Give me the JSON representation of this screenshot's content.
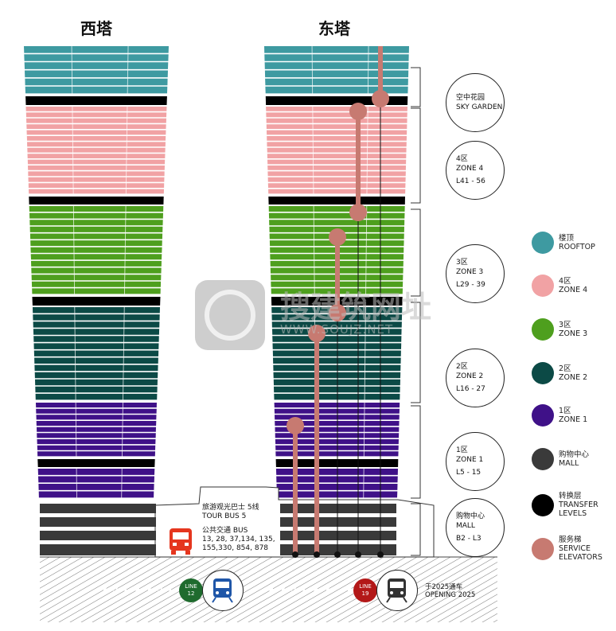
{
  "titles": {
    "west": "西塔",
    "east": "东塔"
  },
  "colors": {
    "rooftop": "#3e9aa1",
    "zone4": "#f1a2a4",
    "zone3": "#4e9f1e",
    "zone2": "#0c4a46",
    "zone1": "#3f1188",
    "mall": "#3a3a3a",
    "transfer": "#000000",
    "elevator": "#c77a71"
  },
  "zones": [
    {
      "cn": "空中花园",
      "en": "SKY GARDEN",
      "levels": ""
    },
    {
      "cn": "4区",
      "en": "ZONE 4",
      "levels": "L41 - 56"
    },
    {
      "cn": "3区",
      "en": "ZONE 3",
      "levels": "L29 - 39"
    },
    {
      "cn": "2区",
      "en": "ZONE 2",
      "levels": "L16 - 27"
    },
    {
      "cn": "1区",
      "en": "ZONE 1",
      "levels": "L5 - 15"
    },
    {
      "cn": "购物中心",
      "en": "MALL",
      "levels": "B2 - L3"
    }
  ],
  "legend": [
    {
      "cn": "楼顶",
      "en": "ROOFTOP",
      "color_key": "rooftop"
    },
    {
      "cn": "4区",
      "en": "ZONE 4",
      "color_key": "zone4"
    },
    {
      "cn": "3区",
      "en": "ZONE 3",
      "color_key": "zone3"
    },
    {
      "cn": "2区",
      "en": "ZONE 2",
      "color_key": "zone2"
    },
    {
      "cn": "1区",
      "en": "ZONE 1",
      "color_key": "zone1"
    },
    {
      "cn": "购物中心",
      "en": "MALL",
      "color_key": "mall"
    },
    {
      "cn": "转换层",
      "en": "TRANSFER",
      "en2": "LEVELS",
      "color_key": "transfer"
    },
    {
      "cn": "服务梯",
      "en": "SERVICE",
      "en2": "ELEVATORS",
      "color_key": "elevator"
    }
  ],
  "transport": {
    "tour_bus_cn": "旅游观光巴士 5线",
    "tour_bus_en": "TOUR BUS 5",
    "public_bus_title": "公共交通 BUS",
    "public_bus_routes_1": "13, 28, 37,134, 135,",
    "public_bus_routes_2": "155,330, 854, 878",
    "line12": {
      "word": "LINE",
      "number": "12",
      "color": "#1f6b2e"
    },
    "line19": {
      "word": "LINE",
      "number": "19",
      "color": "#b31818"
    },
    "opening_cn": "于2025通车",
    "opening_en": "OPENING 2025"
  },
  "watermark": {
    "cn": "搜建筑网址",
    "en": "WWW.SOUJZ.NET"
  }
}
